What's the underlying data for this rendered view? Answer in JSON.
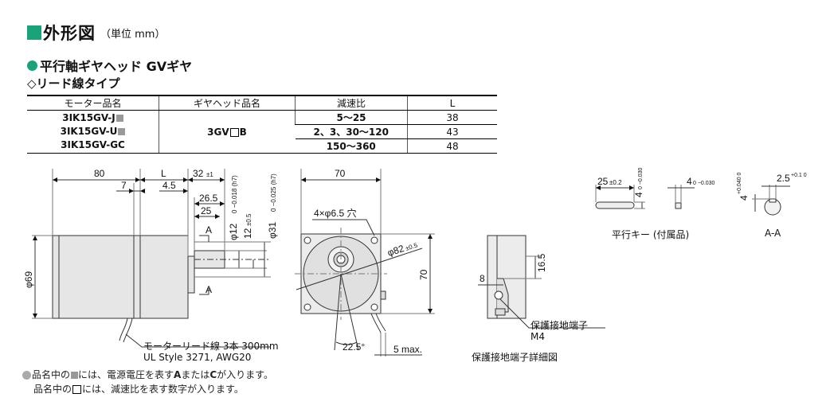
{
  "title": {
    "main": "外形図",
    "unit": "（単位 mm）"
  },
  "subtitle": {
    "gear": "平行軸ギヤヘッド GVギヤ",
    "type": "◇リード線タイプ"
  },
  "table": {
    "headers": [
      "モーター品名",
      "ギヤヘッド品名",
      "減速比",
      "L"
    ],
    "models": [
      "3IK15GV-J",
      "3IK15GV-U",
      "3IK15GV-GC"
    ],
    "gearhead_prefix": "3GV",
    "gearhead_suffix": "B",
    "ratios": [
      "5～25",
      "2、3、30～120",
      "150～360"
    ],
    "L": [
      "38",
      "43",
      "48"
    ]
  },
  "dims": {
    "d80": "80",
    "dL": "L",
    "d32": "32",
    "d32tol": "±1",
    "d7": "7",
    "d45": "4.5",
    "d265": "26.5",
    "d25": "25",
    "sectionA": "A",
    "phi12": "φ12",
    "phi12tol": "0 −0.018 (h7)",
    "d12": "12",
    "d12tol": "±0.5",
    "phi31": "φ31",
    "phi31tol": "0 −0.025 (h7)",
    "phi69": "φ69",
    "d70": "70",
    "d70v": "70",
    "holes": "4×φ6.5 穴",
    "pcd": "φ82",
    "pcdtol": "±0.5",
    "angle": "22.5°",
    "maxlead": "5 max.",
    "d165": "16.5",
    "d8": "8"
  },
  "labels": {
    "lead": "モーターリード線 3本 300mm",
    "lead_std": "UL Style 3271, AWG20",
    "terminal": "保護接地端子",
    "m4": "M4",
    "terminal_detail": "保護接地端子詳細図",
    "key": "平行キー (付属品)",
    "aa": "A-A",
    "key_d25": "25",
    "key_d25tol": "±0.2",
    "key_d4": "4",
    "key_d4tol": "0 −0.030",
    "key_d4b": "4",
    "key_d4btol": "0 −0.030",
    "aa_d25": "2.5",
    "aa_d25tol": "+0.1 0",
    "aa_d4": "4",
    "aa_d4tol": "+0.040 0"
  },
  "notes": {
    "n1_a": "品名中の",
    "n1_b": "には、電源電圧を表す",
    "n1_c": "A",
    "n1_d": "または",
    "n1_e": "C",
    "n1_f": "が入ります。",
    "n2_a": "品名中の",
    "n2_b": "には、減速比を表す数字が入ります。"
  },
  "colors": {
    "accent": "#1aa37a",
    "motor_fill": "#e6e6e6",
    "grey_marker": "#999999"
  }
}
